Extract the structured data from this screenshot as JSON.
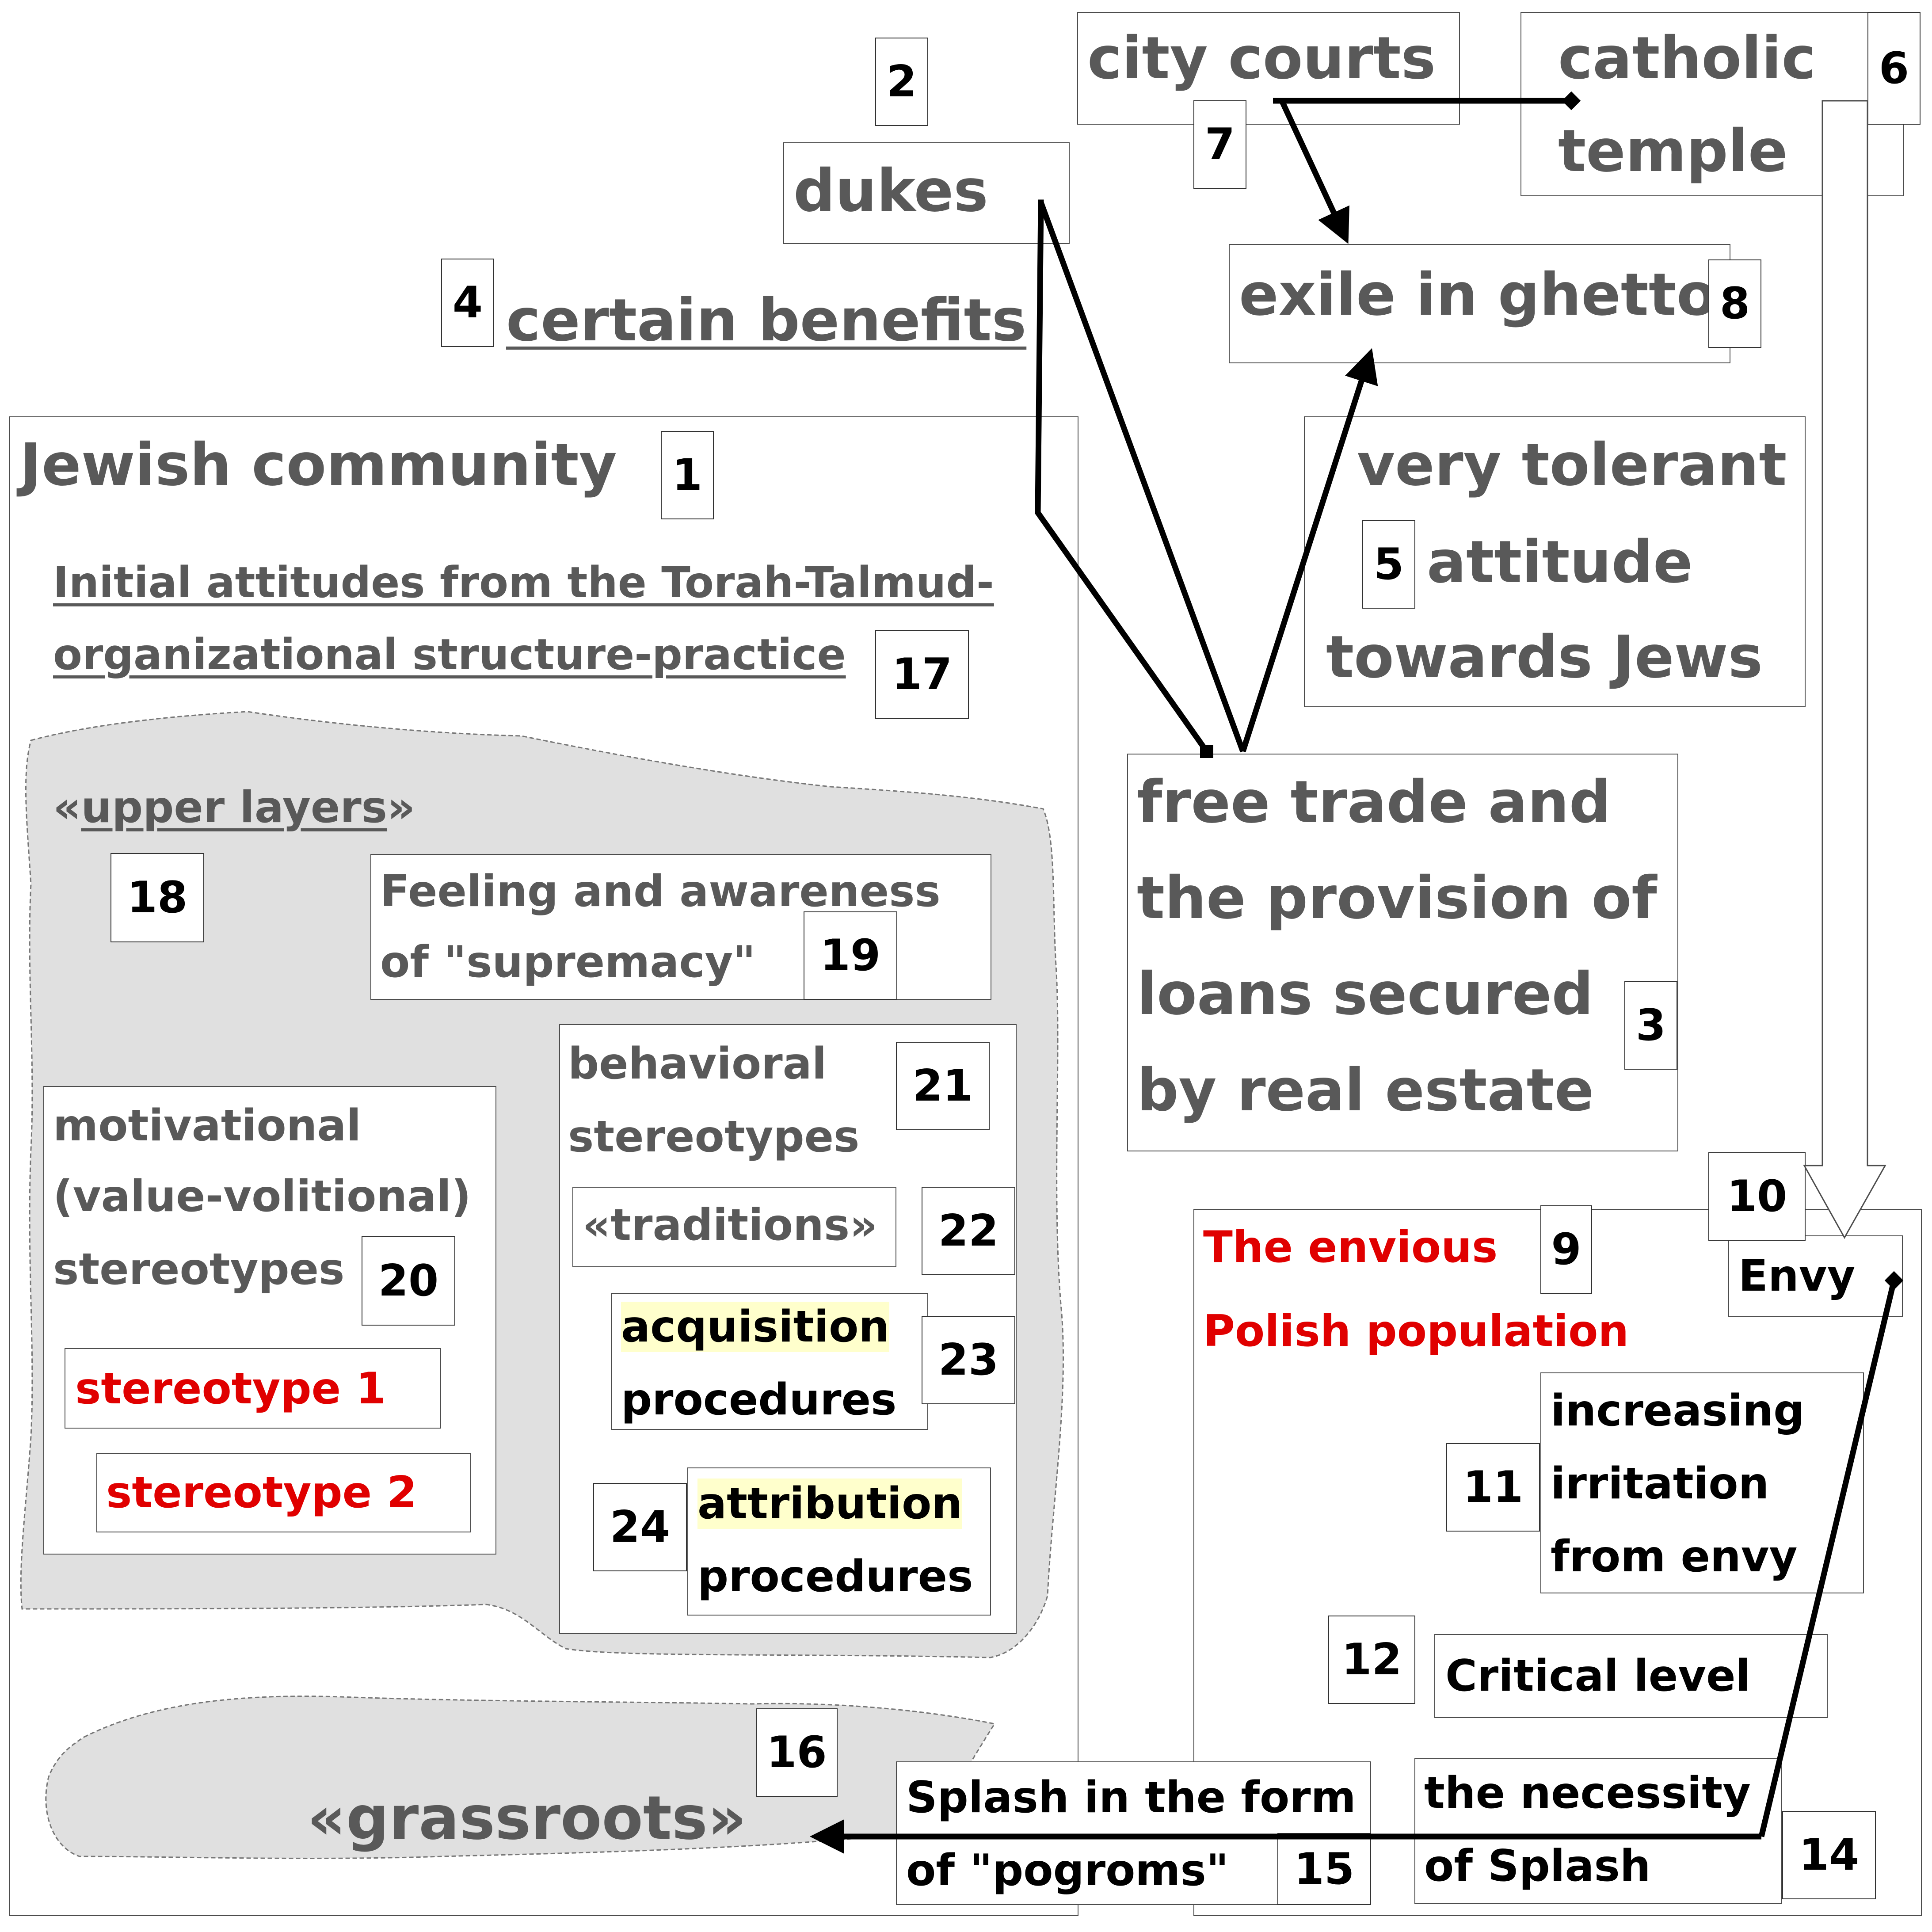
{
  "colors": {
    "gray_text": "#595959",
    "red_text": "#e00000",
    "highlight": "#ffffcc",
    "blob_fill": "#e0e0e0",
    "border": "#4d4d4d"
  },
  "nodes": {
    "n1": {
      "label": "Jewish community",
      "num": "1"
    },
    "n2": {
      "num": "2"
    },
    "n3": {
      "lines": [
        "free trade and",
        "the provision of",
        "loans secured",
        "by real estate"
      ],
      "num": "3"
    },
    "n4": {
      "label": "certain benefits",
      "num": "4"
    },
    "n5": {
      "lines": [
        "very tolerant",
        "attitude",
        "towards Jews"
      ],
      "num": "5"
    },
    "n6": {
      "lines": [
        "catholic",
        "temple"
      ],
      "num": "6"
    },
    "n7": {
      "label": "city courts",
      "num": "7"
    },
    "n8": {
      "label": "exile in ghetto",
      "num": "8"
    },
    "n9": {
      "lines": [
        "The envious",
        "Polish population"
      ],
      "num": "9"
    },
    "n10": {
      "label": "Envy",
      "num": "10"
    },
    "n11": {
      "lines": [
        "increasing",
        "irritation",
        "from envy"
      ],
      "num": "11"
    },
    "n12": {
      "label": "Critical level",
      "num": "12"
    },
    "n14": {
      "lines": [
        "the necessity",
        "of Splash"
      ],
      "num": "14"
    },
    "n15": {
      "lines": [
        "Splash in the form",
        "of \"pogroms\""
      ],
      "num": "15"
    },
    "n16": {
      "label": "«grassroots»",
      "num": "16"
    },
    "n17": {
      "lines": [
        "Initial attitudes from the Torah-Talmud-",
        "organizational structure-practice"
      ],
      "num": "17"
    },
    "n18": {
      "label_pre": "«",
      "label_core": "upper layers",
      "label_post": "»",
      "num": "18"
    },
    "n19": {
      "lines": [
        "Feeling and awareness",
        "of \"supremacy\""
      ],
      "num": "19"
    },
    "n20": {
      "lines": [
        "motivational",
        "(value-volitional)",
        "stereotypes"
      ],
      "num": "20"
    },
    "n21": {
      "lines": [
        "behavioral",
        "stereotypes"
      ],
      "num": "21"
    },
    "n22": {
      "label": "«traditions»",
      "num": "22"
    },
    "n23": {
      "lines": [
        "acquisition",
        "procedures"
      ],
      "num": "23"
    },
    "n24": {
      "lines": [
        "attribution",
        "procedures"
      ],
      "num": "24"
    },
    "dukes": {
      "label": "dukes"
    },
    "st1": {
      "label": "stereotype 1"
    },
    "st2": {
      "label": "stereotype 2"
    }
  }
}
